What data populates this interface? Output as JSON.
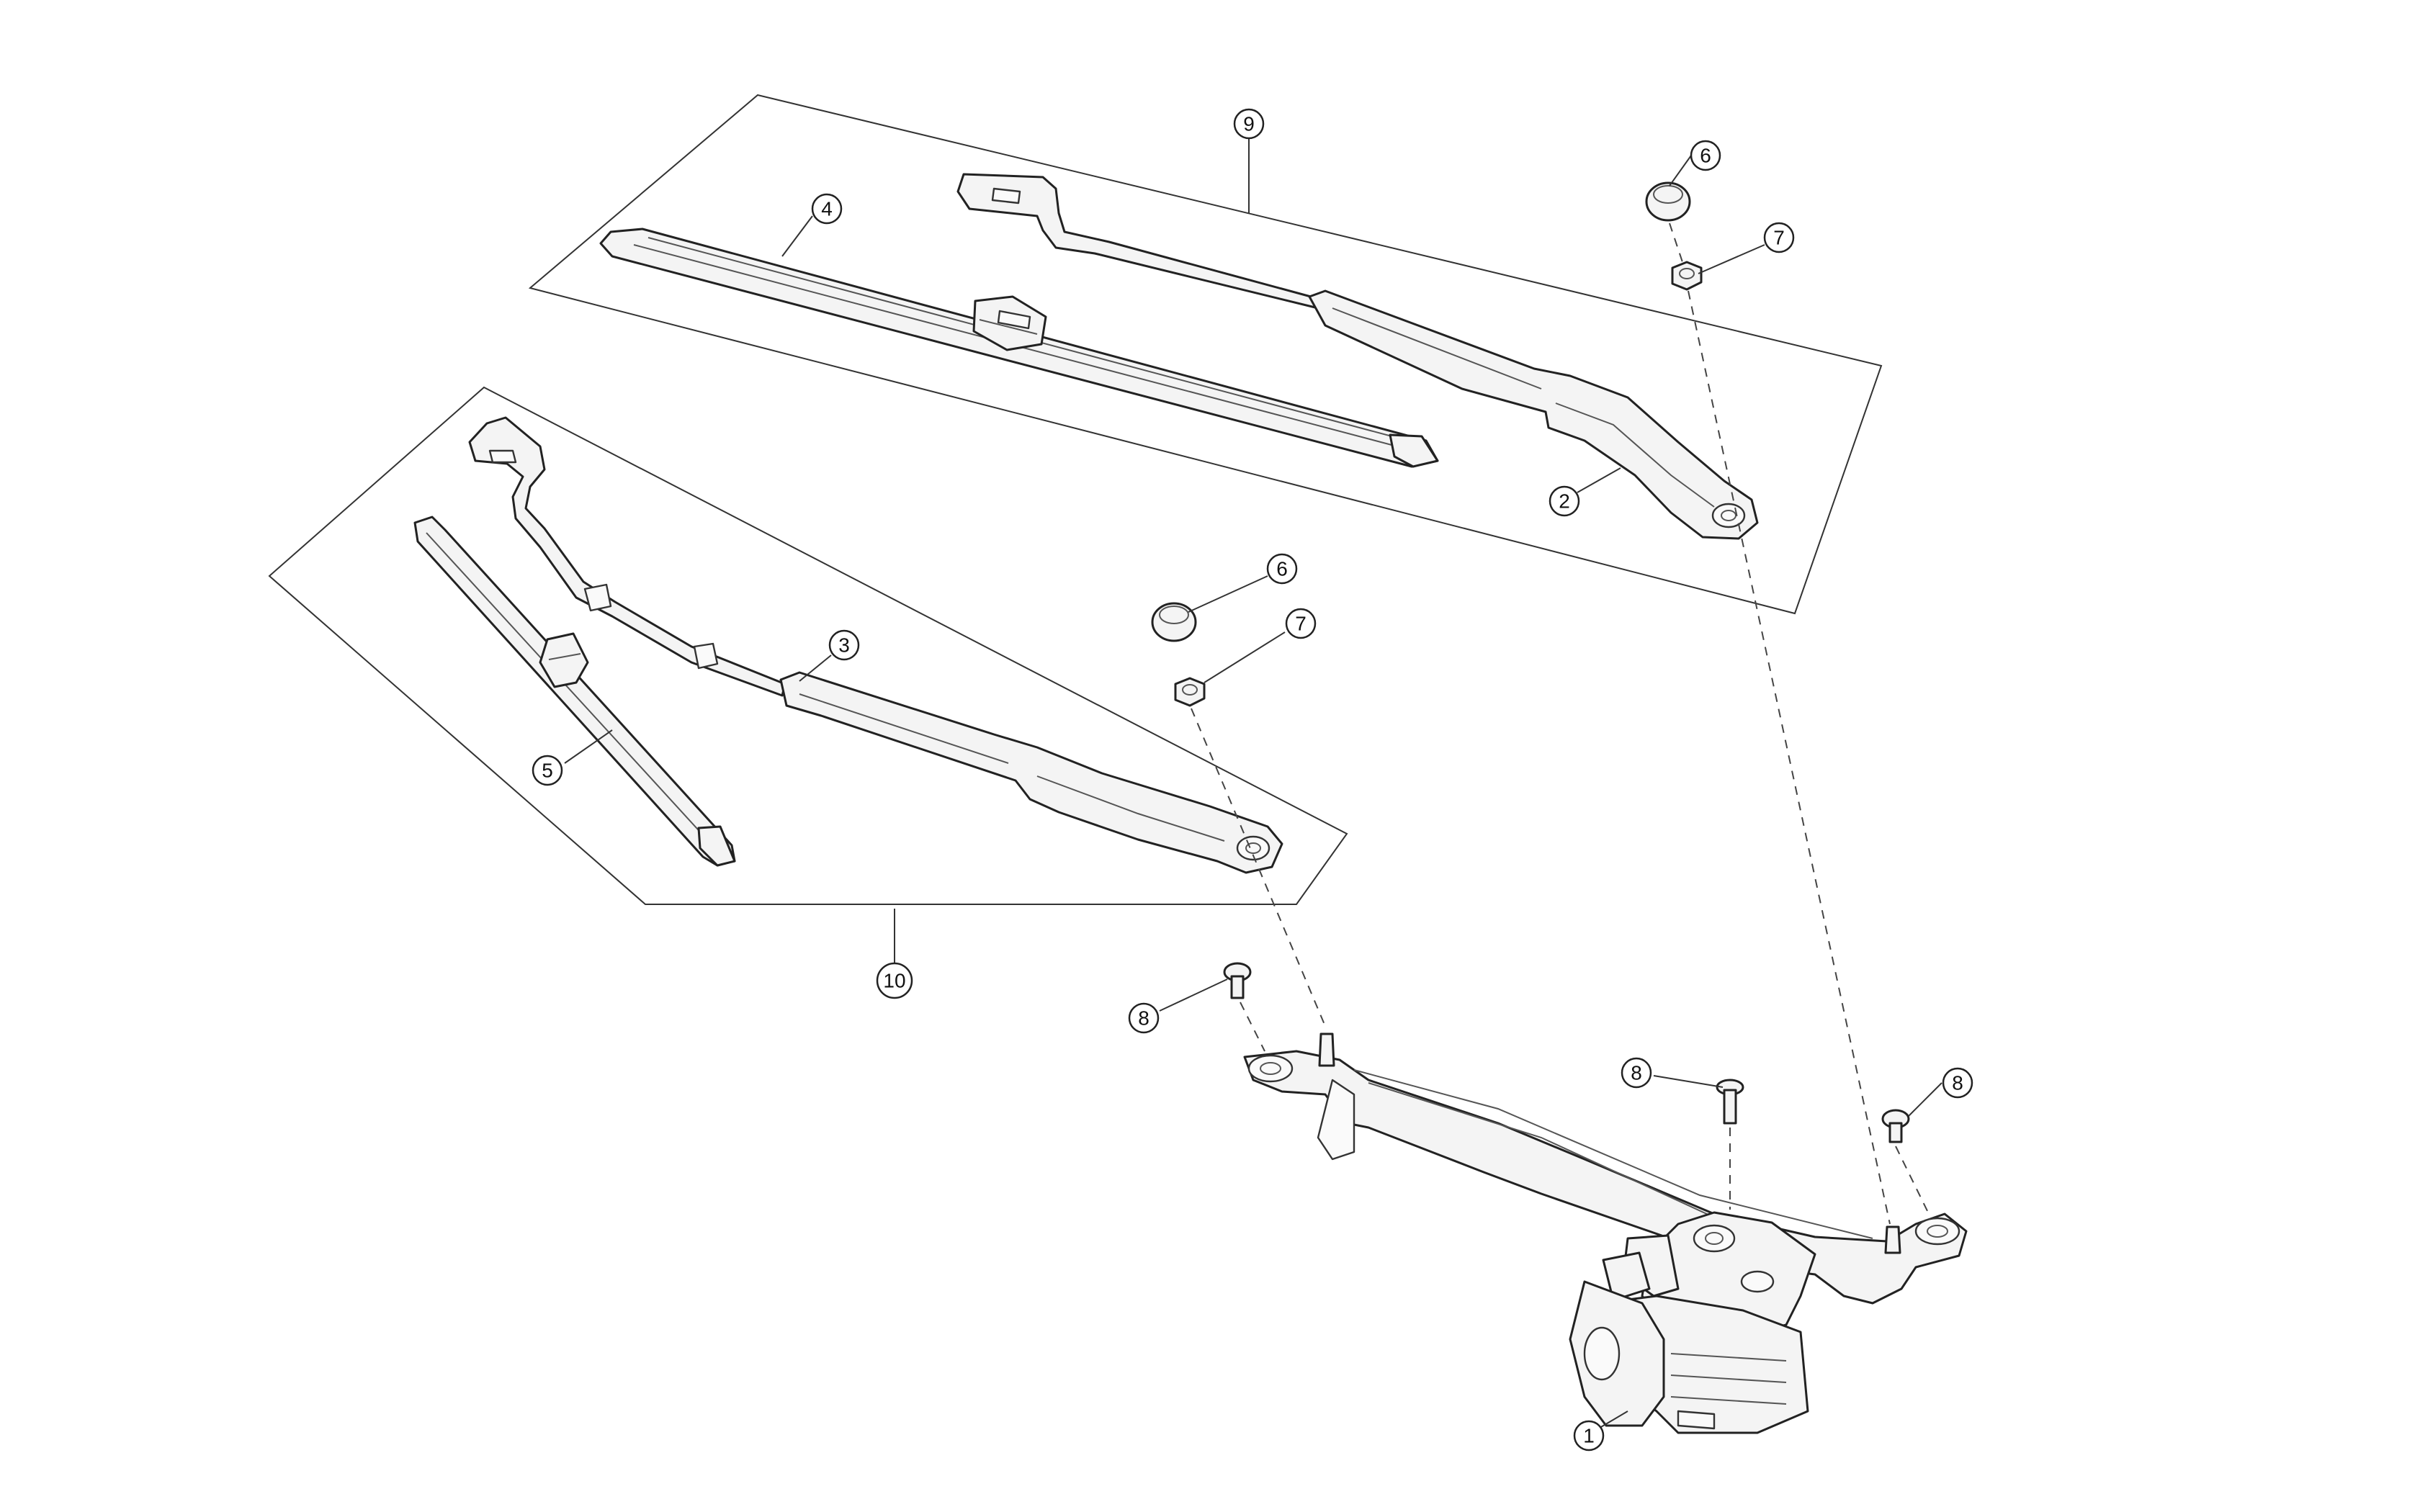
{
  "diagram": {
    "callouts": [
      {
        "id": "c1",
        "label": "1"
      },
      {
        "id": "c2",
        "label": "2"
      },
      {
        "id": "c3",
        "label": "3"
      },
      {
        "id": "c4",
        "label": "4"
      },
      {
        "id": "c5",
        "label": "5"
      },
      {
        "id": "c6a",
        "label": "6"
      },
      {
        "id": "c6b",
        "label": "6"
      },
      {
        "id": "c7a",
        "label": "7"
      },
      {
        "id": "c7b",
        "label": "7"
      },
      {
        "id": "c8a",
        "label": "8"
      },
      {
        "id": "c8b",
        "label": "8"
      },
      {
        "id": "c8c",
        "label": "8"
      },
      {
        "id": "c9",
        "label": "9"
      },
      {
        "id": "c10",
        "label": "10"
      }
    ]
  }
}
